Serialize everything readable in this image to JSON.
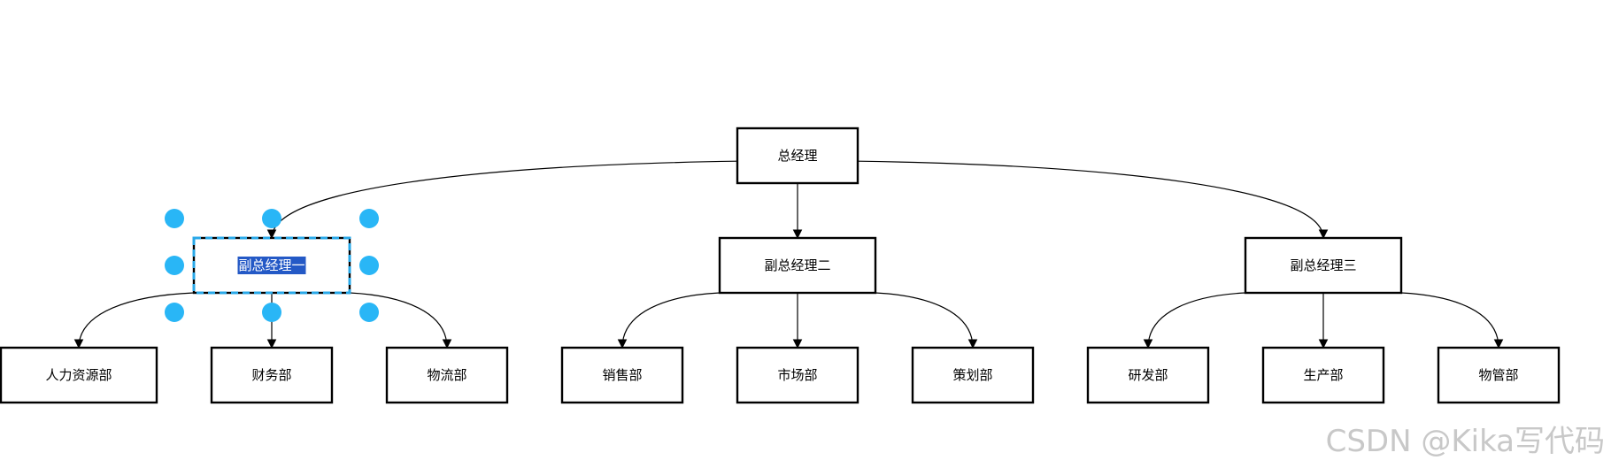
{
  "diagram": {
    "nodes": [
      {
        "id": "gm",
        "label": "总经理"
      },
      {
        "id": "vp1",
        "label": "副总经理一",
        "selected": true
      },
      {
        "id": "vp2",
        "label": "副总经理二"
      },
      {
        "id": "vp3",
        "label": "副总经理三"
      },
      {
        "id": "hr",
        "label": "人力资源部"
      },
      {
        "id": "fin",
        "label": "财务部"
      },
      {
        "id": "log",
        "label": "物流部"
      },
      {
        "id": "sales",
        "label": "销售部"
      },
      {
        "id": "mkt",
        "label": "市场部"
      },
      {
        "id": "plan",
        "label": "策划部"
      },
      {
        "id": "rd",
        "label": "研发部"
      },
      {
        "id": "prod",
        "label": "生产部"
      },
      {
        "id": "mat",
        "label": "物管部"
      }
    ],
    "edges": [
      {
        "from": "gm",
        "to": "vp1"
      },
      {
        "from": "gm",
        "to": "vp2"
      },
      {
        "from": "gm",
        "to": "vp3"
      },
      {
        "from": "vp1",
        "to": "hr"
      },
      {
        "from": "vp1",
        "to": "fin"
      },
      {
        "from": "vp1",
        "to": "log"
      },
      {
        "from": "vp2",
        "to": "sales"
      },
      {
        "from": "vp2",
        "to": "mkt"
      },
      {
        "from": "vp2",
        "to": "plan"
      },
      {
        "from": "vp3",
        "to": "rd"
      },
      {
        "from": "vp3",
        "to": "prod"
      },
      {
        "from": "vp3",
        "to": "mat"
      }
    ]
  },
  "watermark": "CSDN @Kika写代码"
}
